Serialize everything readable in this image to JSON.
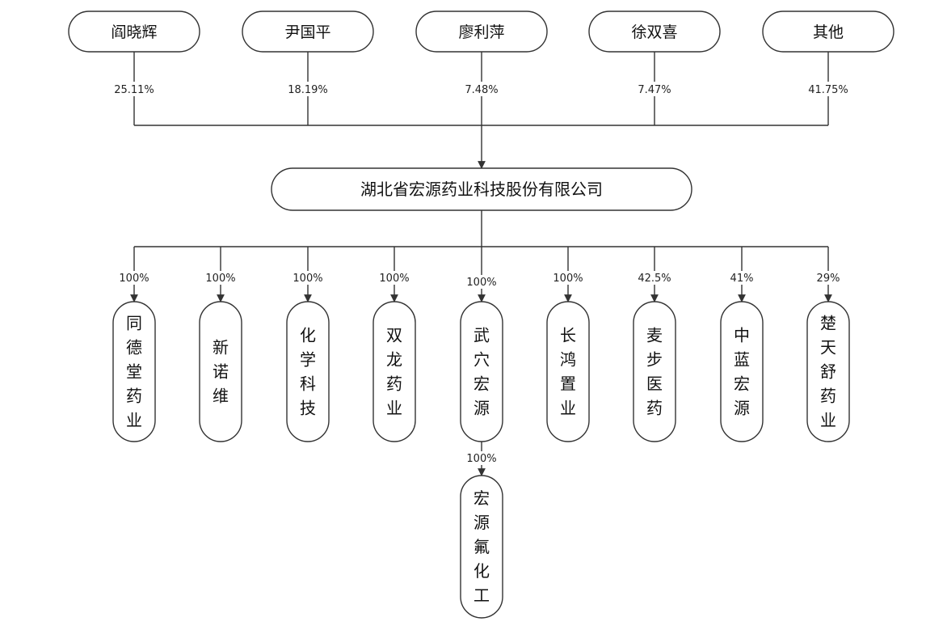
{
  "shareholders": [
    {
      "name": "阎晓辉",
      "pct": "25.11%"
    },
    {
      "name": "尹国平",
      "pct": "18.19%"
    },
    {
      "name": "廖利萍",
      "pct": "7.48%"
    },
    {
      "name": "徐双喜",
      "pct": "7.47%"
    },
    {
      "name": "其他",
      "pct": "41.75%"
    }
  ],
  "company": {
    "name": "湖北省宏源药业科技股份有限公司"
  },
  "subsidiaries": [
    {
      "name": "同德堂药业",
      "pct": "100%"
    },
    {
      "name": "新诺维",
      "pct": "100%"
    },
    {
      "name": "化学科技",
      "pct": "100%"
    },
    {
      "name": "双龙药业",
      "pct": "100%"
    },
    {
      "name": "武穴宏源",
      "pct": "100%"
    },
    {
      "name": "长鸿置业",
      "pct": "100%"
    },
    {
      "name": "麦步医药",
      "pct": "42.5%"
    },
    {
      "name": "中蓝宏源",
      "pct": "41%"
    },
    {
      "name": "楚天舒药业",
      "pct": "29%"
    }
  ],
  "sub_subsidiary": {
    "name": "宏源氟化工",
    "pct": "100%",
    "parent_index": 4
  },
  "colors": {
    "stroke": "#333333",
    "fill": "#ffffff",
    "text": "#111111"
  }
}
